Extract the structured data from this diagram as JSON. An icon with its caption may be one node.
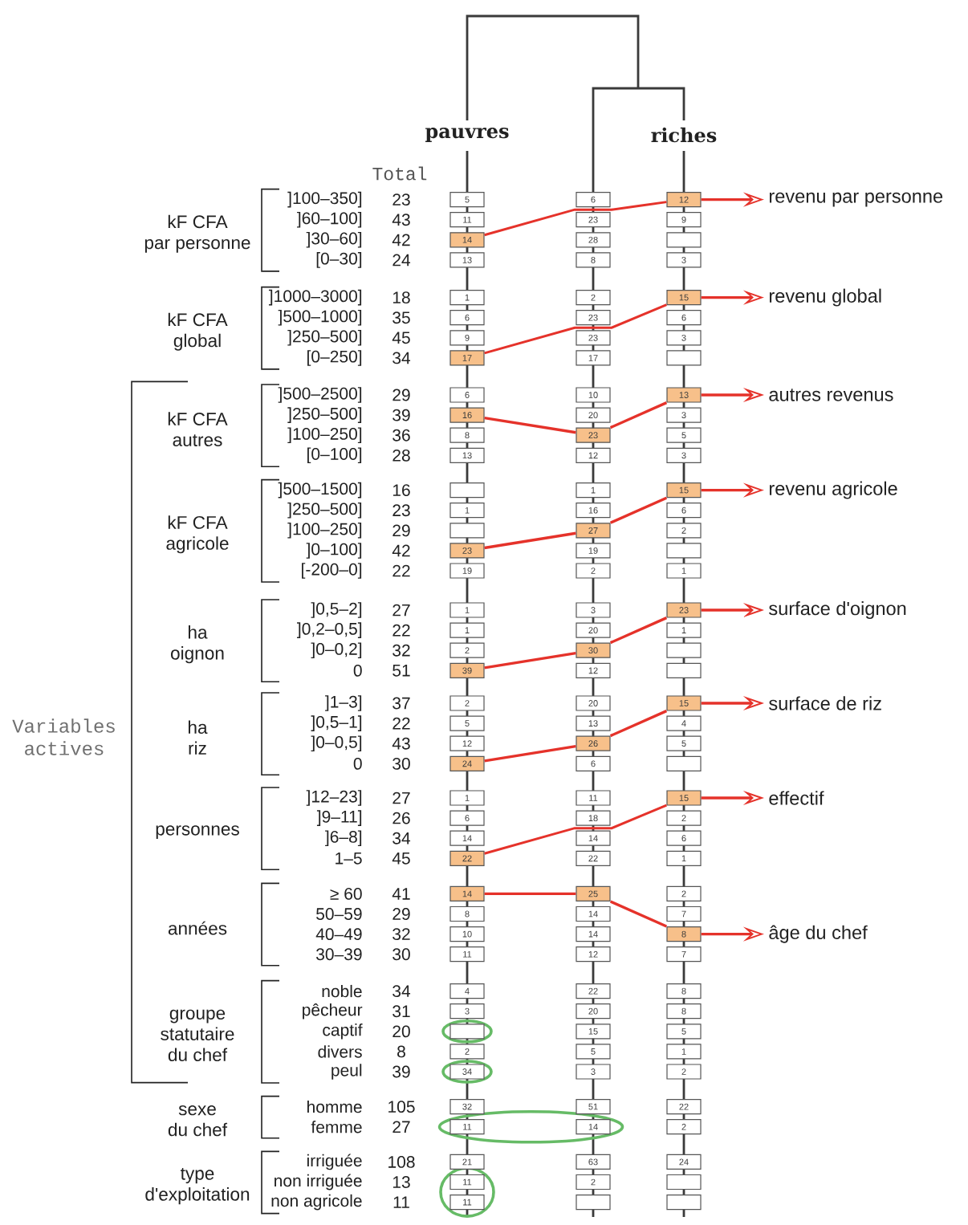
{
  "diagram": {
    "nodes": [
      {
        "text": [
          "5"
        ]
      },
      {
        "text": [
          "6"
        ]
      },
      {
        "text": [
          "12"
        ]
      },
      {
        "text": [
          "revenu par personne"
        ]
      },
      {
        "text": [
          "11"
        ]
      },
      {
        "text": [
          "23"
        ]
      },
      {
        "text": [
          "9"
        ]
      },
      {
        "text": [
          "14"
        ]
      },
      {
        "text": [
          "28"
        ]
      },
      {
        "text": [],
        "shape": "box"
      },
      {
        "text": [
          "13"
        ]
      },
      {
        "text": [
          "8"
        ]
      },
      {
        "text": [
          "3"
        ]
      },
      {
        "text": [
          "1"
        ]
      },
      {
        "text": [
          "2"
        ]
      },
      {
        "text": [
          "15"
        ]
      },
      {
        "text": [
          "revenu global"
        ]
      },
      {
        "text": [
          "6"
        ]
      },
      {
        "text": [
          "23"
        ]
      },
      {
        "text": [
          "6"
        ]
      },
      {
        "text": [
          "9"
        ]
      },
      {
        "text": [
          "23"
        ]
      },
      {
        "text": [
          "3"
        ]
      },
      {
        "text": [
          "17"
        ]
      },
      {
        "text": [
          "17"
        ]
      },
      {
        "text": [],
        "shape": "box"
      },
      {
        "text": [
          "6"
        ]
      },
      {
        "text": [
          "10"
        ]
      },
      {
        "text": [
          "13"
        ]
      },
      {
        "text": [
          "autres revenus"
        ]
      },
      {
        "text": [
          "16"
        ]
      },
      {
        "text": [
          "20"
        ]
      },
      {
        "text": [
          "3"
        ]
      },
      {
        "text": [
          "8"
        ]
      },
      {
        "text": [
          "23"
        ]
      },
      {
        "text": [
          "5"
        ]
      },
      {
        "text": [
          "13"
        ]
      },
      {
        "text": [
          "12"
        ]
      },
      {
        "text": [
          "3"
        ]
      },
      {
        "text": [],
        "shape": "box"
      },
      {
        "text": [
          "1"
        ]
      },
      {
        "text": [
          "15"
        ]
      },
      {
        "text": [
          "revenu agricole"
        ]
      },
      {
        "text": [
          "1"
        ]
      },
      {
        "text": [
          "16"
        ]
      },
      {
        "text": [
          "6"
        ]
      },
      {
        "text": [],
        "shape": "box"
      },
      {
        "text": [
          "27"
        ]
      },
      {
        "text": [
          "2"
        ]
      },
      {
        "text": [
          "23"
        ]
      },
      {
        "text": [
          "19"
        ]
      },
      {
        "text": [],
        "shape": "box"
      },
      {
        "text": [
          "19"
        ]
      },
      {
        "text": [
          "2"
        ]
      },
      {
        "text": [
          "1"
        ]
      },
      {
        "text": [
          "1"
        ]
      },
      {
        "text": [
          "3"
        ]
      },
      {
        "text": [
          "23"
        ]
      },
      {
        "text": [
          "surface d'oignon"
        ]
      },
      {
        "text": [
          "1"
        ]
      },
      {
        "text": [
          "20"
        ]
      },
      {
        "text": [
          "1"
        ]
      },
      {
        "text": [
          "2"
        ]
      },
      {
        "text": [
          "30"
        ]
      },
      {
        "text": [],
        "shape": "box"
      },
      {
        "text": [
          "39"
        ]
      },
      {
        "text": [
          "12"
        ]
      },
      {
        "text": [],
        "shape": "box"
      },
      {
        "text": [
          "2"
        ]
      },
      {
        "text": [
          "20"
        ]
      },
      {
        "text": [
          "15"
        ]
      },
      {
        "text": [
          "surface de riz"
        ]
      },
      {
        "text": [
          "5"
        ]
      },
      {
        "text": [
          "13"
        ]
      },
      {
        "text": [
          "4"
        ]
      },
      {
        "text": [
          "12"
        ]
      },
      {
        "text": [
          "26"
        ]
      },
      {
        "text": [
          "5"
        ]
      },
      {
        "text": [
          "24"
        ]
      },
      {
        "text": [
          "6"
        ]
      },
      {
        "text": [],
        "shape": "box"
      },
      {
        "text": [
          "1"
        ]
      },
      {
        "text": [
          "11"
        ]
      },
      {
        "text": [
          "15"
        ]
      },
      {
        "text": [
          "effectif"
        ]
      },
      {
        "text": [
          "6"
        ]
      },
      {
        "text": [
          "18"
        ]
      },
      {
        "text": [
          "2"
        ]
      },
      {
        "text": [
          "14"
        ]
      },
      {
        "text": [
          "14"
        ]
      },
      {
        "text": [
          "6"
        ]
      },
      {
        "text": [
          "22"
        ]
      },
      {
        "text": [
          "22"
        ]
      },
      {
        "text": [
          "1"
        ]
      },
      {
        "text": [
          "14"
        ]
      },
      {
        "text": [
          "25"
        ]
      },
      {
        "text": [
          "2"
        ]
      },
      {
        "text": [
          "8"
        ]
      },
      {
        "text": [
          "14"
        ]
      },
      {
        "text": [
          "7"
        ]
      },
      {
        "text": [
          "10"
        ]
      },
      {
        "text": [
          "14"
        ]
      },
      {
        "text": [
          "8"
        ]
      },
      {
        "text": [
          "âge du chef"
        ]
      },
      {
        "text": [
          "11"
        ]
      },
      {
        "text": [
          "12"
        ]
      },
      {
        "text": [
          "7"
        ]
      },
      {
        "text": [
          "4"
        ]
      },
      {
        "text": [
          "22"
        ]
      },
      {
        "text": [
          "8"
        ]
      },
      {
        "text": [
          "3"
        ]
      },
      {
        "text": [
          "20"
        ]
      },
      {
        "text": [
          "8"
        ]
      },
      {
        "text": [],
        "shape": "box"
      },
      {
        "text": [
          "15"
        ]
      },
      {
        "text": [
          "5"
        ]
      },
      {
        "text": [
          "2"
        ]
      },
      {
        "text": [
          "5"
        ]
      },
      {
        "text": [
          "1"
        ]
      },
      {
        "text": [
          "34"
        ]
      },
      {
        "text": [
          "3"
        ]
      },
      {
        "text": [
          "2"
        ]
      },
      {
        "text": [
          "32"
        ]
      },
      {
        "text": [
          "51"
        ]
      },
      {
        "text": [
          "22"
        ]
      },
      {
        "text": [
          "11"
        ]
      },
      {
        "text": [
          "14"
        ]
      },
      {
        "text": [
          "2"
        ]
      },
      {
        "text": [
          "21"
        ]
      },
      {
        "text": [
          "63"
        ]
      },
      {
        "text": [
          "24"
        ]
      },
      {
        "text": [
          "11"
        ]
      },
      {
        "text": [
          "2"
        ]
      },
      {
        "text": [],
        "shape": "box"
      },
      {
        "text": [
          "11"
        ]
      },
      {
        "text": [],
        "shape": "box"
      },
      {
        "text": [],
        "shape": "box"
      }
    ],
    "edges": [
      {
        "from": 7,
        "to": 2,
        "arrow": "none"
      },
      {
        "from": 2,
        "to": 3,
        "arrow": "to"
      },
      {
        "from": 23,
        "to": 15,
        "arrow": "none"
      },
      {
        "from": 15,
        "to": 16,
        "arrow": "to"
      },
      {
        "from": 30,
        "to": 34,
        "arrow": "none"
      },
      {
        "from": 34,
        "to": 28,
        "arrow": "none"
      },
      {
        "from": 28,
        "to": 29,
        "arrow": "to"
      },
      {
        "from": 49,
        "to": 47,
        "arrow": "none"
      },
      {
        "from": 47,
        "to": 41,
        "arrow": "none"
      },
      {
        "from": 41,
        "to": 42,
        "arrow": "to"
      },
      {
        "from": 65,
        "to": 63,
        "arrow": "none"
      },
      {
        "from": 63,
        "to": 57,
        "arrow": "none"
      },
      {
        "from": 57,
        "to": 58,
        "arrow": "to"
      },
      {
        "from": 78,
        "to": 76,
        "arrow": "none"
      },
      {
        "from": 76,
        "to": 70,
        "arrow": "none"
      },
      {
        "from": 70,
        "to": 71,
        "arrow": "to"
      },
      {
        "from": 91,
        "to": 83,
        "arrow": "none"
      },
      {
        "from": 83,
        "to": 84,
        "arrow": "to"
      },
      {
        "from": 94,
        "to": 95,
        "arrow": "none"
      },
      {
        "from": 95,
        "to": 102,
        "arrow": "none"
      },
      {
        "from": 102,
        "to": 103,
        "arrow": "to"
      }
    ],
    "labels": [
      "pauvres",
      "riches",
      "Total",
      "Variables actives",
      "kF CFA par personne",
      "]100–350]",
      "23",
      "]60–100]",
      "43",
      "]30–60]",
      "42",
      "[0–30]",
      "24",
      "kF CFA global",
      "]1000–3000]",
      "18",
      "]500–1000]",
      "35",
      "]250–500]",
      "45",
      "[0–250]",
      "34",
      "kF CFA autres",
      "]500–2500]",
      "29",
      "]250–500]",
      "39",
      "]100–250]",
      "36",
      "[0–100]",
      "28",
      "kF CFA agricole",
      "]500–1500]",
      "16",
      "]250–500]",
      "23",
      "]100–250]",
      "29",
      "]0–100]",
      "42",
      "[-200–0]",
      "22",
      "ha oignon",
      "]0,5–2]",
      "27",
      "]0,2–0,5]",
      "22",
      "]0–0,2]",
      "32",
      "0",
      "51",
      "ha riz",
      "]1–3]",
      "37",
      "]0,5–1]",
      "22",
      "]0–0,5]",
      "43",
      "0",
      "30",
      "personnes",
      "]12–23]",
      "27",
      "]9–11]",
      "26",
      "]6–8]",
      "34",
      "1–5",
      "45",
      "années",
      "≥ 60",
      "41",
      "50–59",
      "29",
      "40–49",
      "32",
      "30–39",
      "30",
      "groupe statutaire du chef",
      "noble",
      "34",
      "pêcheur",
      "31",
      "captif",
      "20",
      "divers",
      "8",
      "peul",
      "39",
      "sexe du chef",
      "homme",
      "105",
      "femme",
      "27",
      "type d'exploitation",
      "irriguée",
      "108",
      "non irriguée",
      "13",
      "non agricole",
      "11"
    ]
  }
}
